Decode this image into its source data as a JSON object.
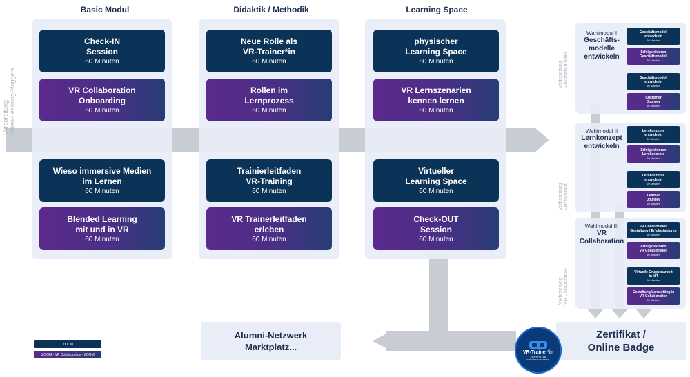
{
  "columns": [
    "Basic Modul",
    "Didaktik / Methodik",
    "Learning Space"
  ],
  "side_label": [
    "Vorbereitung",
    "Video-Learning-Nuggets"
  ],
  "cards": {
    "basic": [
      {
        "lines": [
          "Check-IN",
          "Session"
        ],
        "mins": "60 Minuten"
      },
      {
        "lines": [
          "VR Collaboration",
          "Onboarding"
        ],
        "mins": "60 Minuten"
      },
      {
        "lines": [
          "Wieso immersive Medien",
          "im Lernen"
        ],
        "mins": "60 Minuten"
      },
      {
        "lines": [
          "Blended Learning",
          "mit und in VR"
        ],
        "mins": "60 Minuten"
      }
    ],
    "didaktik": [
      {
        "lines": [
          "Neue Rolle als",
          "VR-Trainer*in"
        ],
        "mins": "60 Minuten"
      },
      {
        "lines": [
          "Rollen im",
          "Lernprozess"
        ],
        "mins": "60 Minuten"
      },
      {
        "lines": [
          "Trainierleitfaden",
          "VR-Training"
        ],
        "mins": "60 Minuten"
      },
      {
        "lines": [
          "VR Trainerleitfaden",
          "erleben"
        ],
        "mins": "60 Minuten"
      }
    ],
    "space": [
      {
        "lines": [
          "physischer",
          "Learning Space"
        ],
        "mins": "60 Minuten"
      },
      {
        "lines": [
          "VR Lernszenarien",
          "kennen lernen"
        ],
        "mins": "60 Minuten"
      },
      {
        "lines": [
          "Virtueller",
          "Learning Space"
        ],
        "mins": "60 Minuten"
      },
      {
        "lines": [
          "Check-OUT",
          "Session"
        ],
        "mins": "60 Minuten"
      }
    ]
  },
  "alumni": [
    "Alumni-Netzwerk",
    "Marktplatz..."
  ],
  "zertifikat": [
    "Zertifikat /",
    "Online Badge"
  ],
  "legend": {
    "zoom": "ZOOM",
    "zoom_vr": "ZOOM - VR Collaboration - ZOOM"
  },
  "badge": {
    "name": "VR-Trainer*in",
    "sub": "INSTITUTE FOR IMMERSIVE LEARNING"
  },
  "wahl": [
    {
      "prep": [
        "Vorbereitung",
        "Geschäftsmodell"
      ],
      "label": "Wahlmodul I",
      "title": [
        "Geschäfts-",
        "modelle",
        "entwickeln"
      ],
      "items": [
        {
          "lines": [
            "Geschäftsmodell",
            "entwickeln"
          ],
          "mins": "60 Minuten"
        },
        {
          "lines": [
            "Erfolgsfaktoren",
            "Geschäftsmodell"
          ],
          "mins": "60 Minuten"
        },
        {
          "lines": [
            "Geschäftsmodell",
            "entwickeln"
          ],
          "mins": "60 Minuten"
        },
        {
          "lines": [
            "Customer",
            "Journey"
          ],
          "mins": "60 Minuten"
        }
      ]
    },
    {
      "prep": [
        "Vorbereitung",
        "Lernkonzept"
      ],
      "label": "Wahlmodul II",
      "title": [
        "Lernkonzept",
        "entwickeln"
      ],
      "items": [
        {
          "lines": [
            "Lernkonzepte",
            "entwickeln"
          ],
          "mins": "60 Minuten"
        },
        {
          "lines": [
            "Erfolgsfaktoren",
            "Lernkonzepte"
          ],
          "mins": "60 Minuten"
        },
        {
          "lines": [
            "Lernkonzepte",
            "entwickeln"
          ],
          "mins": "60 Minuten"
        },
        {
          "lines": [
            "Learner",
            "Journey"
          ],
          "mins": "60 Minuten"
        }
      ]
    },
    {
      "prep": [
        "Vorbereitung",
        "VR Collaboration"
      ],
      "label": "Wahlmodul III",
      "title": [
        "VR",
        "Collaboration"
      ],
      "items": [
        {
          "lines": [
            "VR Collaboration",
            "Gestaltung / Erfolgsfaktoren"
          ],
          "mins": "60 Minuten"
        },
        {
          "lines": [
            "Erfolgsfaktoren",
            "VR Collaboration"
          ],
          "mins": "60 Minuten"
        },
        {
          "lines": [
            "Virtuelle Gruppenarbeit",
            "in VR"
          ],
          "mins": "60 Minuten"
        },
        {
          "lines": [
            "Gestaltung Lernsetting in",
            "VR Collaboration"
          ],
          "mins": "60 Minuten"
        }
      ]
    }
  ]
}
